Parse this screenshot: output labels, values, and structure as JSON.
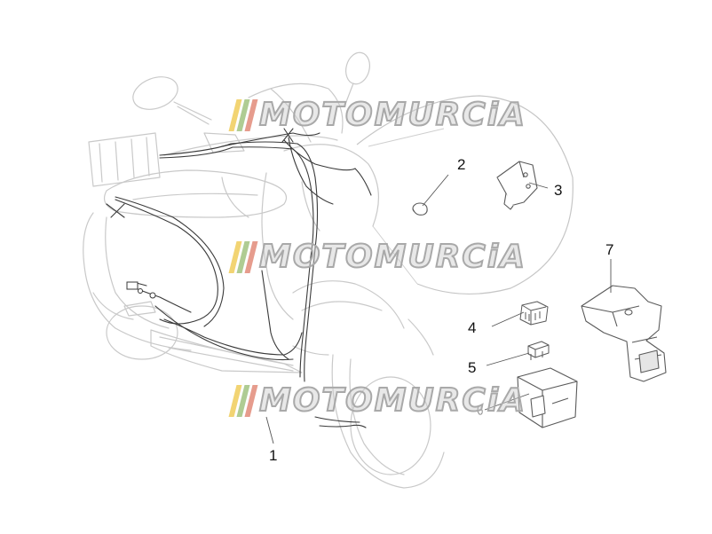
{
  "callouts": {
    "c1": "1",
    "c2": "2",
    "c3": "3",
    "c4": "4",
    "c5": "5",
    "c7": "7"
  },
  "watermark": {
    "text": "MOTOMURCiA",
    "stripe_colors": [
      "#e8b100",
      "#6ea33a",
      "#d24b2f"
    ]
  },
  "colors": {
    "outline": "#c6c6c6",
    "harness": "#3a3a3a",
    "part": "#5a5a5a"
  }
}
